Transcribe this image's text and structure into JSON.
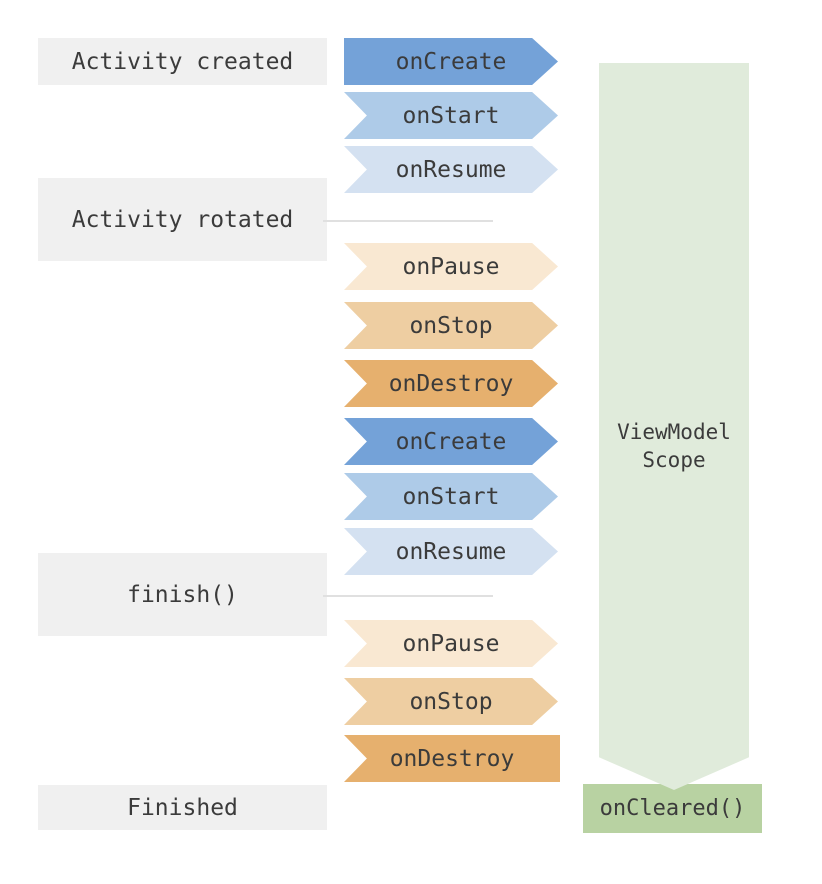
{
  "states": [
    {
      "label": "Activity created"
    },
    {
      "label": "Activity rotated"
    },
    {
      "label": "finish()"
    },
    {
      "label": "Finished"
    }
  ],
  "arrows": [
    {
      "label": "onCreate",
      "color": "#74A2D8"
    },
    {
      "label": "onStart",
      "color": "#AECBE8"
    },
    {
      "label": "onResume",
      "color": "#D4E1F1"
    },
    {
      "label": "onPause",
      "color": "#F9E8D2"
    },
    {
      "label": "onStop",
      "color": "#EECEA2"
    },
    {
      "label": "onDestroy",
      "color": "#E6B06E"
    },
    {
      "label": "onCreate",
      "color": "#74A2D8"
    },
    {
      "label": "onStart",
      "color": "#AECBE8"
    },
    {
      "label": "onResume",
      "color": "#D4E1F1"
    },
    {
      "label": "onPause",
      "color": "#F9E8D2"
    },
    {
      "label": "onStop",
      "color": "#EECEA2"
    },
    {
      "label": "onDestroy",
      "color": "#E6B06E"
    }
  ],
  "viewmodel_scope": {
    "label_line1": "ViewModel",
    "label_line2": "Scope",
    "oncleared_label": "onCleared()",
    "scope_color": "#E0EBDB",
    "oncleared_color": "#B8D2A2"
  },
  "colors": {
    "blue_dark": "#74A2D8",
    "blue_mid": "#AECBE8",
    "blue_light": "#D4E1F1",
    "orange_light": "#F9E8D2",
    "orange_mid": "#EECEA2",
    "orange_dark": "#E6B06E",
    "scope_green": "#E0EBDB",
    "oncleared_green": "#B8D2A2",
    "state_box_bg": "#F0F0F0",
    "text": "#3B3B3B",
    "connector_line": "#E0E0E0",
    "background": "#FFFFFF"
  }
}
